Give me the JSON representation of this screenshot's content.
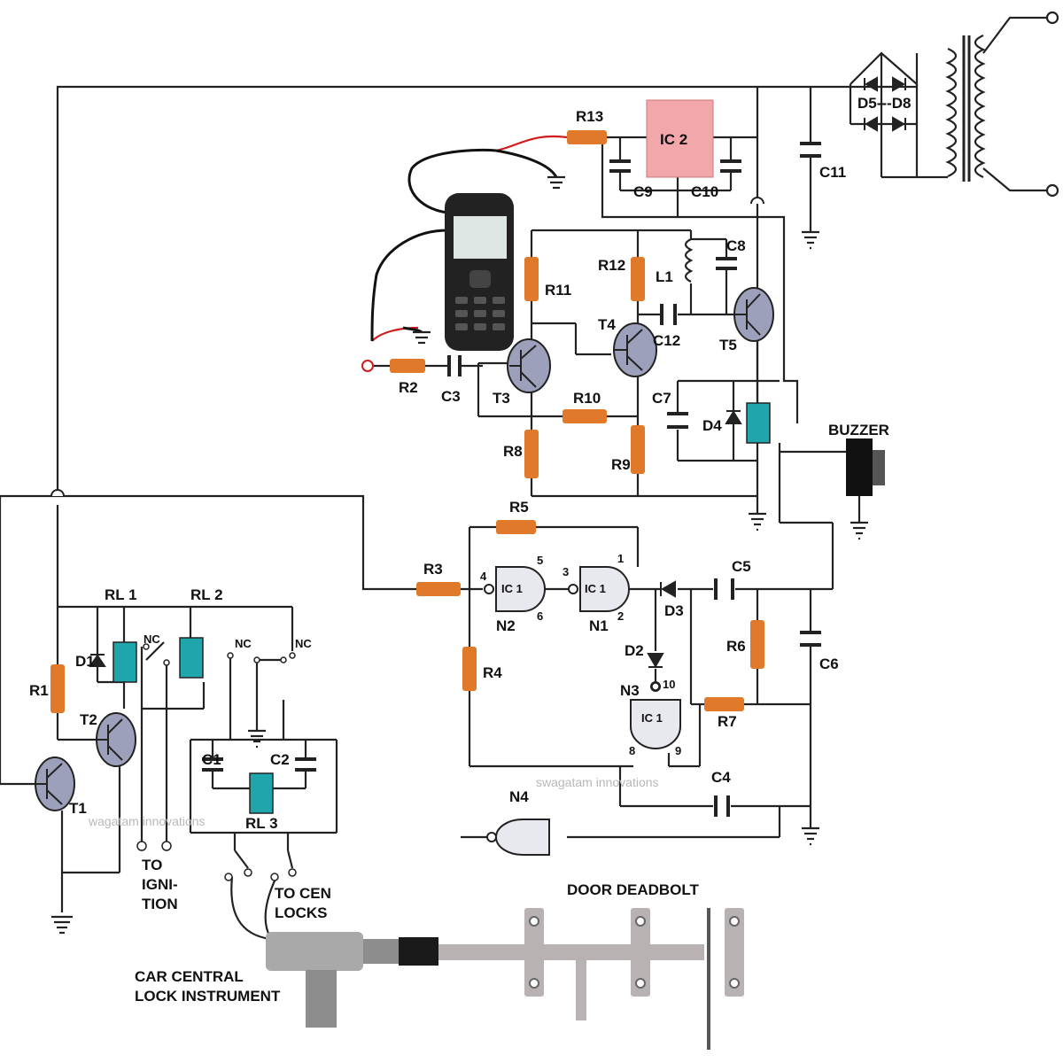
{
  "labels": {
    "ic2": "IC 2",
    "r13": "R13",
    "c9": "C9",
    "c10": "C10",
    "c11": "C11",
    "d5d8": "D5---D8",
    "r11": "R11",
    "r12": "R12",
    "l1": "L1",
    "c8": "C8",
    "t4": "T4",
    "c12": "C12",
    "t5": "T5",
    "r2": "R2",
    "c3": "C3",
    "t3": "T3",
    "r10": "R10",
    "c7": "C7",
    "d4": "D4",
    "buzzer": "BUZZER",
    "r8": "R8",
    "r9": "R9",
    "r5": "R5",
    "r3": "R3",
    "c5": "C5",
    "d3": "D3",
    "d2": "D2",
    "r4": "R4",
    "r6": "R6",
    "c6": "C6",
    "r7": "R7",
    "c4": "C4",
    "n1": "N1",
    "n2": "N2",
    "n3": "N3",
    "n4": "N4",
    "ic1": "IC 1",
    "pin1": "1",
    "pin2": "2",
    "pin3": "3",
    "pin4": "4",
    "pin5": "5",
    "pin6": "6",
    "pin8": "8",
    "pin9": "9",
    "pin10": "10",
    "rl1": "RL 1",
    "rl2": "RL 2",
    "rl3": "RL 3",
    "d1": "D1",
    "r1": "R1",
    "t1": "T1",
    "t2": "T2",
    "nc": "NC",
    "c1": "C1",
    "c2": "C2",
    "to_ignition_1": "TO",
    "to_ignition_2": "IGNI-",
    "to_ignition_3": "TION",
    "to_cen_locks_1": "TO CEN",
    "to_cen_locks_2": "LOCKS",
    "car_lock_1": "CAR CENTRAL",
    "car_lock_2": "LOCK INSTRUMENT",
    "door_deadbolt": "DOOR DEADBOLT",
    "watermark_1": "swagatam innovations",
    "watermark_2": "wagatam innovations"
  },
  "colors": {
    "wire": "#222222",
    "resistor": "#e07a2a",
    "relay": "#1fa6ad",
    "ic2_fill": "#f2a7aa",
    "mechanical": "#b9b2b2",
    "phone_body": "#222222",
    "red_wire": "#d11a1a"
  }
}
